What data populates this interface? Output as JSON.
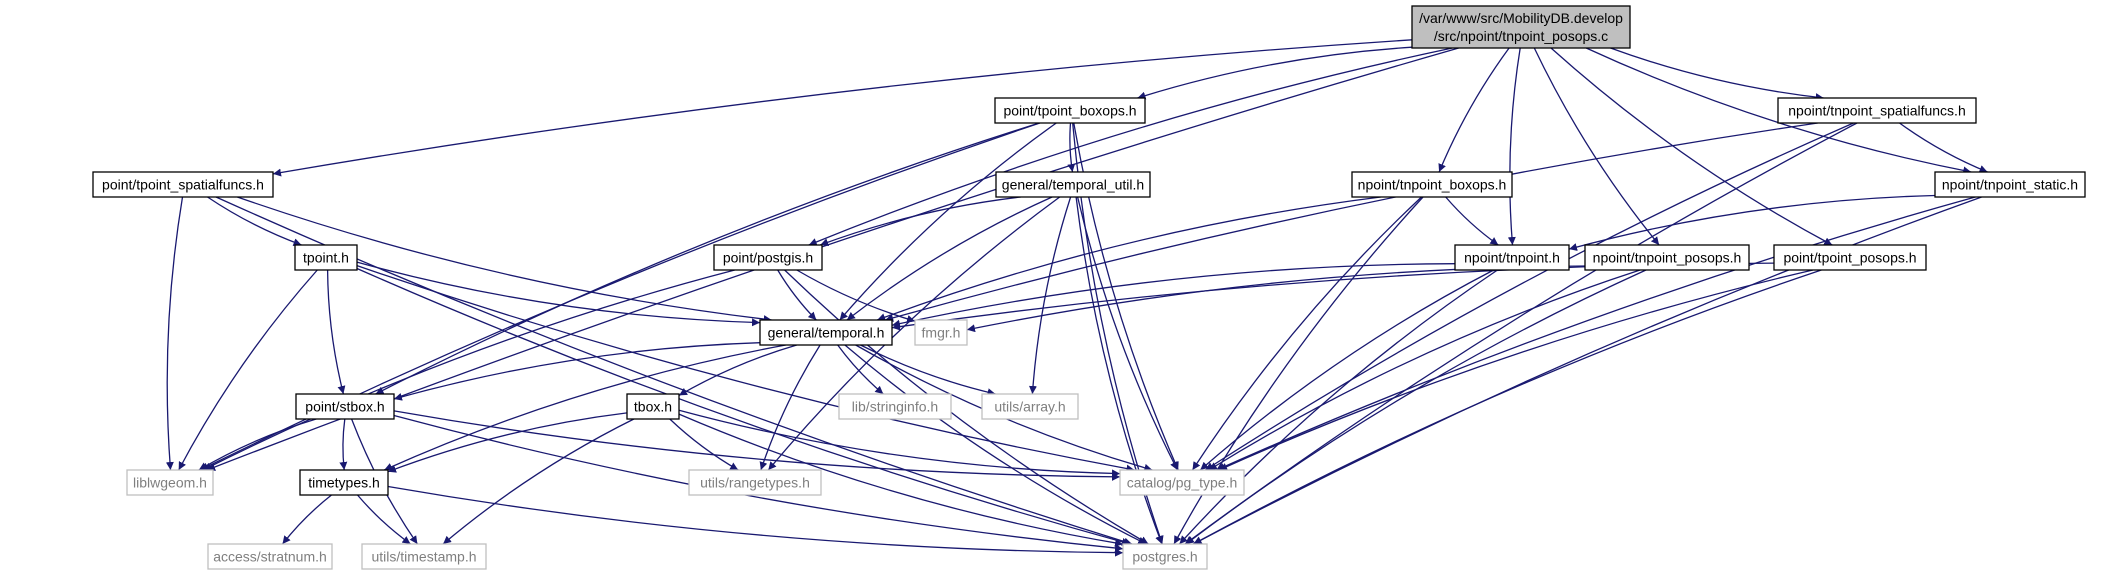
{
  "graph": {
    "root_label_line1": "/var/www/src/MobilityDB.develop",
    "root_label_line2": "/src/npoint/tnpoint_posops.c",
    "colors": {
      "edge": "#191970",
      "root_fill": "#bfbfbf",
      "included_border": "#000000",
      "external_border": "#bfbfbf",
      "external_text": "#7f7f7f",
      "included_text": "#000000"
    },
    "nodes": [
      {
        "id": "root",
        "kind": "root"
      },
      {
        "id": "liblwgeom",
        "label": "liblwgeom.h",
        "kind": "external"
      },
      {
        "id": "pt_spatialfuncs",
        "label": "point/tpoint_spatialfuncs.h",
        "kind": "included"
      },
      {
        "id": "postgis",
        "label": "point/postgis.h",
        "kind": "included"
      },
      {
        "id": "pt_boxops",
        "label": "point/tpoint_boxops.h",
        "kind": "included"
      },
      {
        "id": "np_boxops",
        "label": "npoint/tnpoint_boxops.h",
        "kind": "included"
      },
      {
        "id": "np_tnpoint",
        "label": "npoint/tnpoint.h",
        "kind": "included"
      },
      {
        "id": "np_posops",
        "label": "npoint/tnpoint_posops.h",
        "kind": "included"
      },
      {
        "id": "pt_posops",
        "label": "point/tpoint_posops.h",
        "kind": "included"
      },
      {
        "id": "np_spatialfuncs",
        "label": "npoint/tnpoint_spatialfuncs.h",
        "kind": "included"
      },
      {
        "id": "np_static",
        "label": "npoint/tnpoint_static.h",
        "kind": "included"
      },
      {
        "id": "tpoint",
        "label": "tpoint.h",
        "kind": "included"
      },
      {
        "id": "temporal_util",
        "label": "general/temporal_util.h",
        "kind": "included"
      },
      {
        "id": "temporal",
        "label": "general/temporal.h",
        "kind": "included"
      },
      {
        "id": "fmgr",
        "label": "fmgr.h",
        "kind": "external"
      },
      {
        "id": "stbox",
        "label": "point/stbox.h",
        "kind": "included"
      },
      {
        "id": "tbox",
        "label": "tbox.h",
        "kind": "included"
      },
      {
        "id": "stringinfo",
        "label": "lib/stringinfo.h",
        "kind": "external"
      },
      {
        "id": "utils_array",
        "label": "utils/array.h",
        "kind": "external"
      },
      {
        "id": "pg_type",
        "label": "catalog/pg_type.h",
        "kind": "external"
      },
      {
        "id": "timetypes",
        "label": "timetypes.h",
        "kind": "included"
      },
      {
        "id": "rangetypes",
        "label": "utils/rangetypes.h",
        "kind": "external"
      },
      {
        "id": "stratnum",
        "label": "access/stratnum.h",
        "kind": "external"
      },
      {
        "id": "timestamp",
        "label": "utils/timestamp.h",
        "kind": "external"
      },
      {
        "id": "postgres",
        "label": "postgres.h",
        "kind": "external"
      }
    ],
    "edges": [
      [
        "root",
        "liblwgeom"
      ],
      [
        "root",
        "pt_spatialfuncs"
      ],
      [
        "root",
        "postgis"
      ],
      [
        "root",
        "pt_boxops"
      ],
      [
        "root",
        "np_boxops"
      ],
      [
        "root",
        "np_tnpoint"
      ],
      [
        "root",
        "np_posops"
      ],
      [
        "root",
        "pt_posops"
      ],
      [
        "root",
        "np_spatialfuncs"
      ],
      [
        "root",
        "np_static"
      ],
      [
        "pt_boxops",
        "liblwgeom"
      ],
      [
        "pt_boxops",
        "stbox"
      ],
      [
        "pt_boxops",
        "temporal_util"
      ],
      [
        "pt_boxops",
        "temporal"
      ],
      [
        "pt_boxops",
        "pg_type"
      ],
      [
        "pt_boxops",
        "postgres"
      ],
      [
        "pt_spatialfuncs",
        "tpoint"
      ],
      [
        "pt_spatialfuncs",
        "temporal"
      ],
      [
        "pt_spatialfuncs",
        "liblwgeom"
      ],
      [
        "pt_spatialfuncs",
        "postgres"
      ],
      [
        "temporal_util",
        "postgis"
      ],
      [
        "temporal_util",
        "temporal"
      ],
      [
        "temporal_util",
        "utils_array"
      ],
      [
        "temporal_util",
        "rangetypes"
      ],
      [
        "temporal_util",
        "pg_type"
      ],
      [
        "temporal_util",
        "postgres"
      ],
      [
        "postgis",
        "temporal"
      ],
      [
        "postgis",
        "fmgr"
      ],
      [
        "postgis",
        "liblwgeom"
      ],
      [
        "postgis",
        "postgres"
      ],
      [
        "tpoint",
        "temporal"
      ],
      [
        "tpoint",
        "stbox"
      ],
      [
        "tpoint",
        "liblwgeom"
      ],
      [
        "tpoint",
        "pg_type"
      ],
      [
        "tpoint",
        "postgres"
      ],
      [
        "np_boxops",
        "np_tnpoint"
      ],
      [
        "np_boxops",
        "temporal"
      ],
      [
        "np_boxops",
        "pg_type"
      ],
      [
        "np_boxops",
        "postgres"
      ],
      [
        "np_spatialfuncs",
        "np_static"
      ],
      [
        "np_spatialfuncs",
        "temporal"
      ],
      [
        "np_spatialfuncs",
        "pg_type"
      ],
      [
        "np_spatialfuncs",
        "postgres"
      ],
      [
        "np_static",
        "np_tnpoint"
      ],
      [
        "np_static",
        "pg_type"
      ],
      [
        "np_static",
        "postgres"
      ],
      [
        "np_tnpoint",
        "temporal"
      ],
      [
        "np_tnpoint",
        "pg_type"
      ],
      [
        "np_tnpoint",
        "postgres"
      ],
      [
        "np_posops",
        "fmgr"
      ],
      [
        "np_posops",
        "pg_type"
      ],
      [
        "np_posops",
        "postgres"
      ],
      [
        "pt_posops",
        "temporal"
      ],
      [
        "pt_posops",
        "pg_type"
      ],
      [
        "pt_posops",
        "postgres"
      ],
      [
        "temporal",
        "stbox"
      ],
      [
        "temporal",
        "tbox"
      ],
      [
        "temporal",
        "stringinfo"
      ],
      [
        "temporal",
        "utils_array"
      ],
      [
        "temporal",
        "rangetypes"
      ],
      [
        "temporal",
        "timetypes"
      ],
      [
        "temporal",
        "pg_type"
      ],
      [
        "temporal",
        "postgres"
      ],
      [
        "stbox",
        "liblwgeom"
      ],
      [
        "stbox",
        "timetypes"
      ],
      [
        "stbox",
        "timestamp"
      ],
      [
        "stbox",
        "pg_type"
      ],
      [
        "stbox",
        "postgres"
      ],
      [
        "tbox",
        "timetypes"
      ],
      [
        "tbox",
        "rangetypes"
      ],
      [
        "tbox",
        "timestamp"
      ],
      [
        "tbox",
        "pg_type"
      ],
      [
        "tbox",
        "postgres"
      ],
      [
        "timetypes",
        "stratnum"
      ],
      [
        "timetypes",
        "timestamp"
      ],
      [
        "timetypes",
        "postgres"
      ]
    ]
  }
}
